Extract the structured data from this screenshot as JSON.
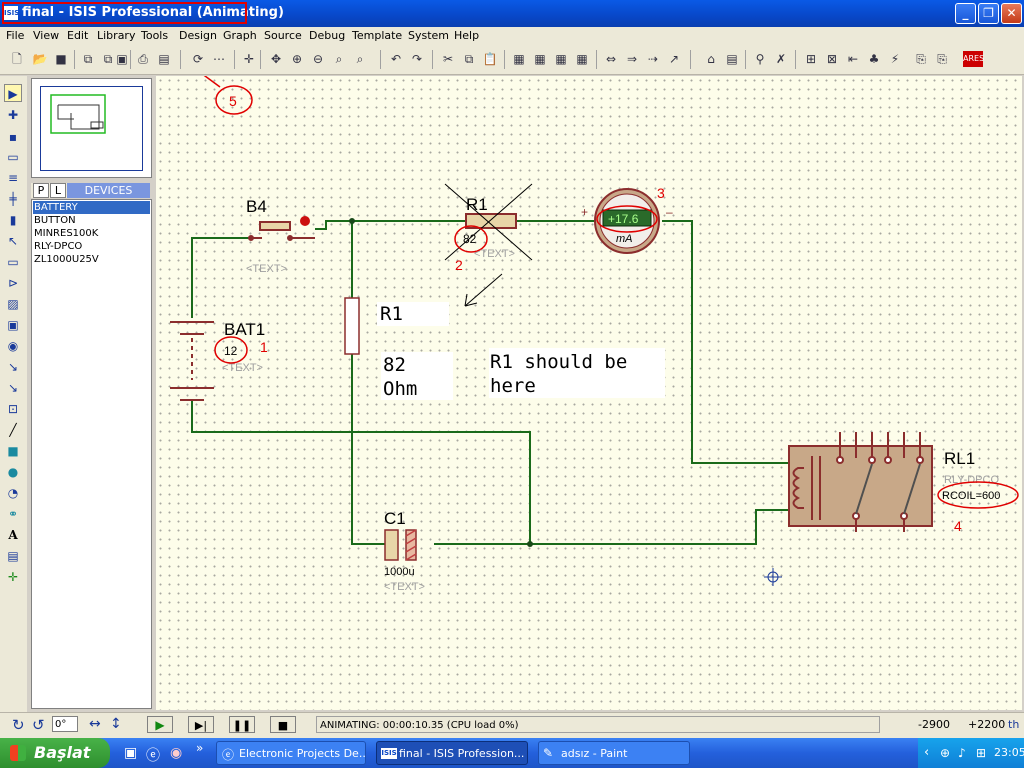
{
  "window": {
    "title": "final - ISIS Professional (Animating)",
    "logo": "ISIS"
  },
  "menu": [
    "File",
    "View",
    "Edit",
    "Library",
    "Tools",
    "Design",
    "Graph",
    "Source",
    "Debug",
    "Template",
    "System",
    "Help"
  ],
  "device_tabs": {
    "p": "P",
    "l": "L",
    "devices": "DEVICES"
  },
  "devices": [
    "BATTERY",
    "BUTTON",
    "MINRES100K",
    "RLY-DPCO",
    "ZL1000U25V"
  ],
  "schematic": {
    "b4_label": "B4",
    "b4_text": "<TEXT>",
    "r1_label": "R1",
    "r1_value": "82",
    "r1_text": "<TEXT>",
    "bat1_label": "BAT1",
    "bat1_value": "12",
    "bat1_text": "<TEXT>",
    "meter_value": "+17.6",
    "meter_unit": "mA",
    "meter_plus": "+",
    "meter_minus": "–",
    "c1_label": "C1",
    "c1_value": "1000u",
    "c1_text": "<TEXT>",
    "rl1_label": "RL1",
    "rl1_type": "RLY-DPCO",
    "rl1_rcoil": "RCOIL=600",
    "note_r1": "R1",
    "note_82": "82",
    "note_ohm": "Ohm",
    "note_line1": "R1 should be",
    "note_line2": "here",
    "ann1": "1",
    "ann2": "2",
    "ann3": "3",
    "ann4": "4",
    "ann5": "5"
  },
  "status": {
    "rotation": "0°",
    "message": "ANIMATING: 00:00:10.35 (CPU load 0%)",
    "coord_x": "-2900",
    "coord_y": "+2200",
    "units": "th"
  },
  "taskbar": {
    "start": "Başlat",
    "tasks": [
      "Electronic Projects De...",
      "final - ISIS Profession...",
      "adsız - Paint"
    ],
    "clock": "23:05"
  },
  "colors": {
    "wire": "#1a6a1a",
    "component": "#8b2d2d",
    "annotation": "#e00000",
    "canvas": "#fdfdea"
  }
}
